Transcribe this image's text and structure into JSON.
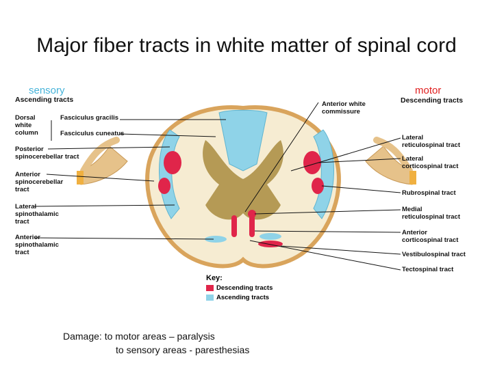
{
  "title": "Major fiber tracts in white matter of spinal cord",
  "tags": {
    "sensory": "sensory",
    "motor": "motor"
  },
  "headers": {
    "ascending": "Ascending tracts",
    "descending": "Descending tracts"
  },
  "left_labels": {
    "dorsal_column": "Dorsal\nwhite\ncolumn",
    "fasciculus_gracilis": "Fasciculus gracilis",
    "fasciculus_cuneatus": "Fasciculus cuneatus",
    "posterior_spinocerebellar": "Posterior\nspinocerebellar tract",
    "anterior_spinocerebellar": "Anterior\nspinocerebellar\ntract",
    "lateral_spinothalamic": "Lateral\nspinothalamic\ntract",
    "anterior_spinothalamic": "Anterior\nspinothalamic\ntract"
  },
  "right_labels": {
    "anterior_white_commissure": "Anterior white\ncommissure",
    "lateral_reticulospinal": "Lateral\nreticulospinal tract",
    "lateral_corticospinal": "Lateral\ncorticospinal tract",
    "rubrospinal": "Rubrospinal tract",
    "medial_reticulospinal": "Medial\nreticulospinal tract",
    "anterior_corticospinal": "Anterior\ncorticospinal tract",
    "vestibulospinal": "Vestibulospinal tract",
    "tectospinal": "Tectospinal tract"
  },
  "key": {
    "title": "Key:",
    "descending": "Descending tracts",
    "ascending": "Ascending tracts"
  },
  "colors": {
    "descending": "#e0254a",
    "ascending": "#8fd3e8",
    "white_matter": "#f6ecd2",
    "gray_matter": "#b59a55",
    "nerve": "#e6c28a"
  },
  "damage": {
    "line1": "Damage: to motor areas – paralysis",
    "line2": "to sensory areas - paresthesias"
  }
}
